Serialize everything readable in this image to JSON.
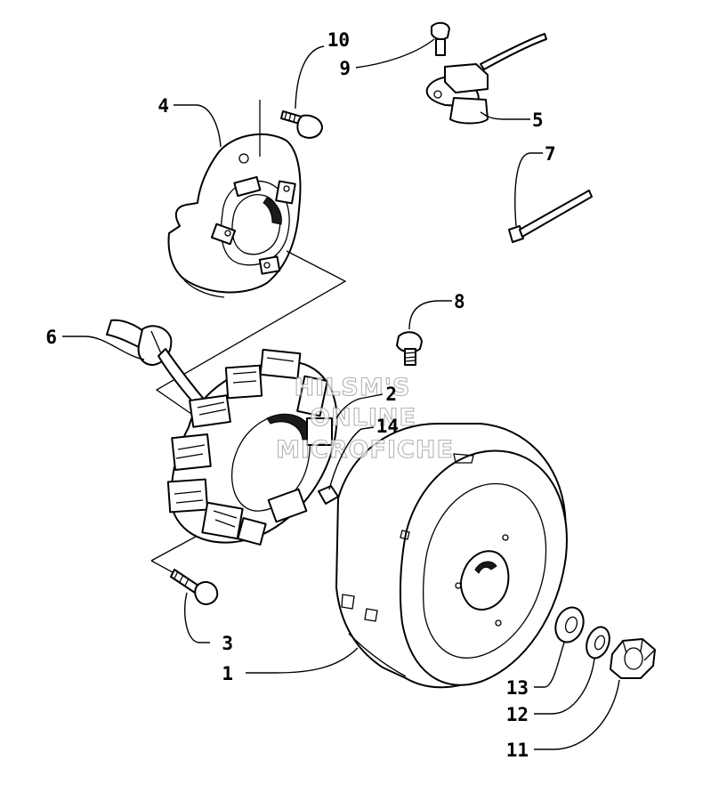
{
  "watermark": {
    "lines": [
      "HILSM'S",
      "ONLINE",
      "MICROFICHE"
    ]
  },
  "callouts": [
    {
      "id": "c1",
      "label": "1"
    },
    {
      "id": "c2",
      "label": "2"
    },
    {
      "id": "c3",
      "label": "3"
    },
    {
      "id": "c4",
      "label": "4"
    },
    {
      "id": "c5",
      "label": "5"
    },
    {
      "id": "c6",
      "label": "6"
    },
    {
      "id": "c7",
      "label": "7"
    },
    {
      "id": "c8",
      "label": "8"
    },
    {
      "id": "c9",
      "label": "9"
    },
    {
      "id": "c10",
      "label": "10"
    },
    {
      "id": "c11",
      "label": "11"
    },
    {
      "id": "c12",
      "label": "12"
    },
    {
      "id": "c13",
      "label": "13"
    },
    {
      "id": "c14",
      "label": "14"
    }
  ],
  "colors": {
    "line": "#000000",
    "background": "#ffffff",
    "watermark": "#9a9a9a"
  }
}
